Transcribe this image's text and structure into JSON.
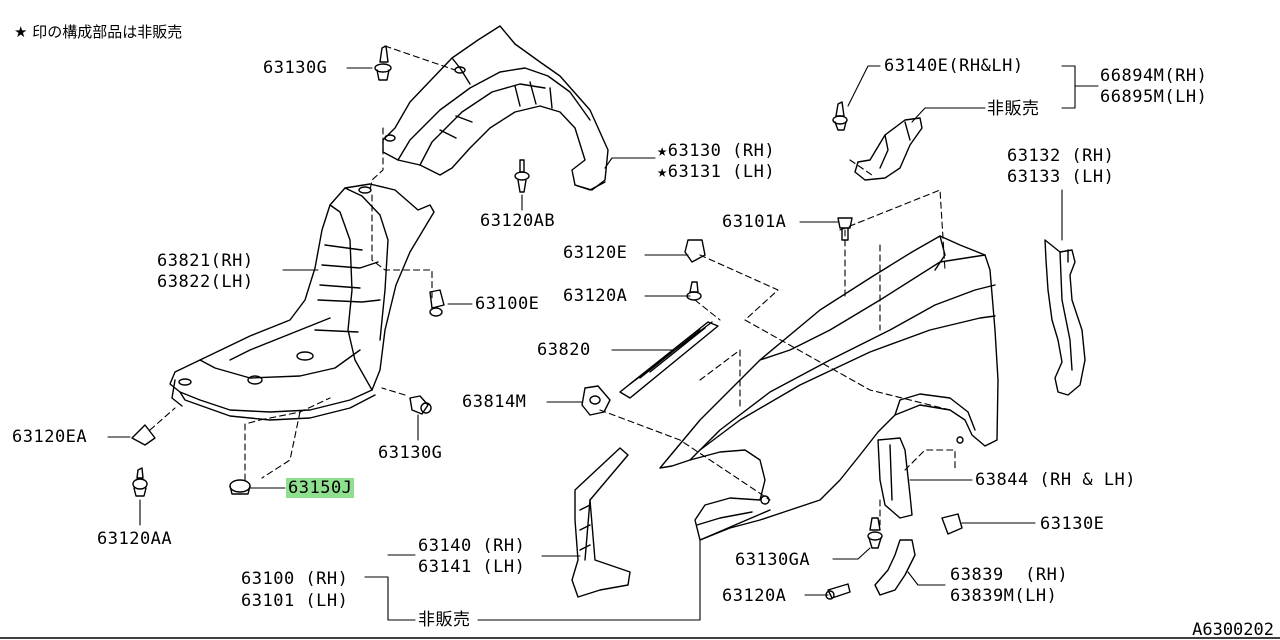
{
  "note": "★ 印の構成部品は非販売",
  "diagram_code": "A6300202",
  "highlight_color": "#8ee08e",
  "labels": {
    "p63130G_top": "63130G",
    "p63140E": "63140E(RH&LH)",
    "p66894M": "66894M(RH)",
    "p66895M": "66895M(LH)",
    "not_sold_top": "非販売",
    "p63130": "★63130 (RH)",
    "p63131": "★63131 (LH)",
    "p63132": "63132 (RH)",
    "p63133": "63133 (LH)",
    "p63120AB": "63120AB",
    "p63101A": "63101A",
    "p63821": "63821(RH)",
    "p63822": "63822(LH)",
    "p63120E": "63120E",
    "p63120A_top": "63120A",
    "p63100E": "63100E",
    "p63820": "63820",
    "p63814M": "63814M",
    "p63120EA": "63120EA",
    "p63130G_mid": "63130G",
    "p63150J": "63150J",
    "p63844": "63844 (RH & LH)",
    "p63130E": "63130E",
    "p63120AA": "63120AA",
    "p63140": "63140 (RH)",
    "p63141": "63141 (LH)",
    "p63130GA": "63130GA",
    "p63100": "63100 (RH)",
    "p63101": "63101 (LH)",
    "p63839": "63839  (RH)",
    "p63839M": "63839M(LH)",
    "p63120A_bot": "63120A",
    "not_sold_bot": "非販売"
  }
}
